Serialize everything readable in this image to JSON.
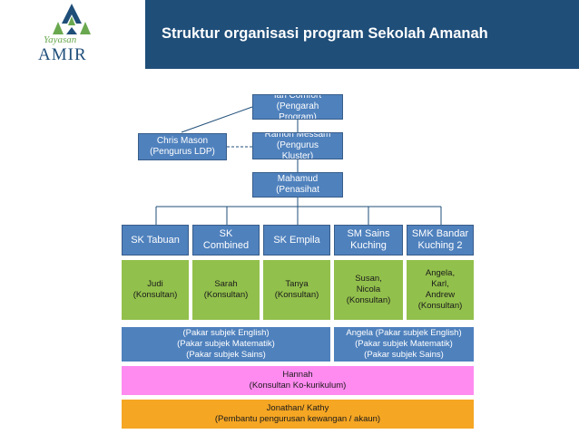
{
  "header": {
    "title": "Struktur organisasi program Sekolah Amanah",
    "logo_line1": "Yayasan",
    "logo_line2": "AMIR"
  },
  "top_chain": [
    "Ian Comfort\n(Pengarah\nProgram)",
    "Ramon Messam\n(Pengurus\nKluster)",
    "Mahamud\n(Penasihat"
  ],
  "side_box": "Chris Mason\n(Pengurus LDP)",
  "schools": [
    "SK Tabuan",
    "SK\nCombined",
    "SK Empila",
    "SM Sains\nKuching",
    "SMK Bandar\nKuching 2"
  ],
  "consultants": [
    "Judi\n(Konsultan)",
    "Sarah\n(Konsultan)",
    "Tanya\n(Konsultan)",
    "Susan,\nNicola\n(Konsultan)",
    "Angela,\nKarl,\nAndrew\n(Konsultan)"
  ],
  "experts_left": "(Pakar subjek English)\n(Pakar subjek Matematik)\n(Pakar subjek Sains)",
  "experts_right": "Angela (Pakar subjek English)\n(Pakar subjek Matematik)\n(Pakar subjek Sains)",
  "cocurricular": "Hannah\n(Konsultan Ko-kurikulum)",
  "admin": "Jonathan/ Kathy\n(Pembantu pengurusan kewangan / akaun)",
  "colors": {
    "header": "#1f4e79",
    "box_blue": "#4f81bd",
    "consultant_green": "#92c04c",
    "cocurricular_pink": "#ff8bf0",
    "admin_orange": "#f5a623"
  }
}
